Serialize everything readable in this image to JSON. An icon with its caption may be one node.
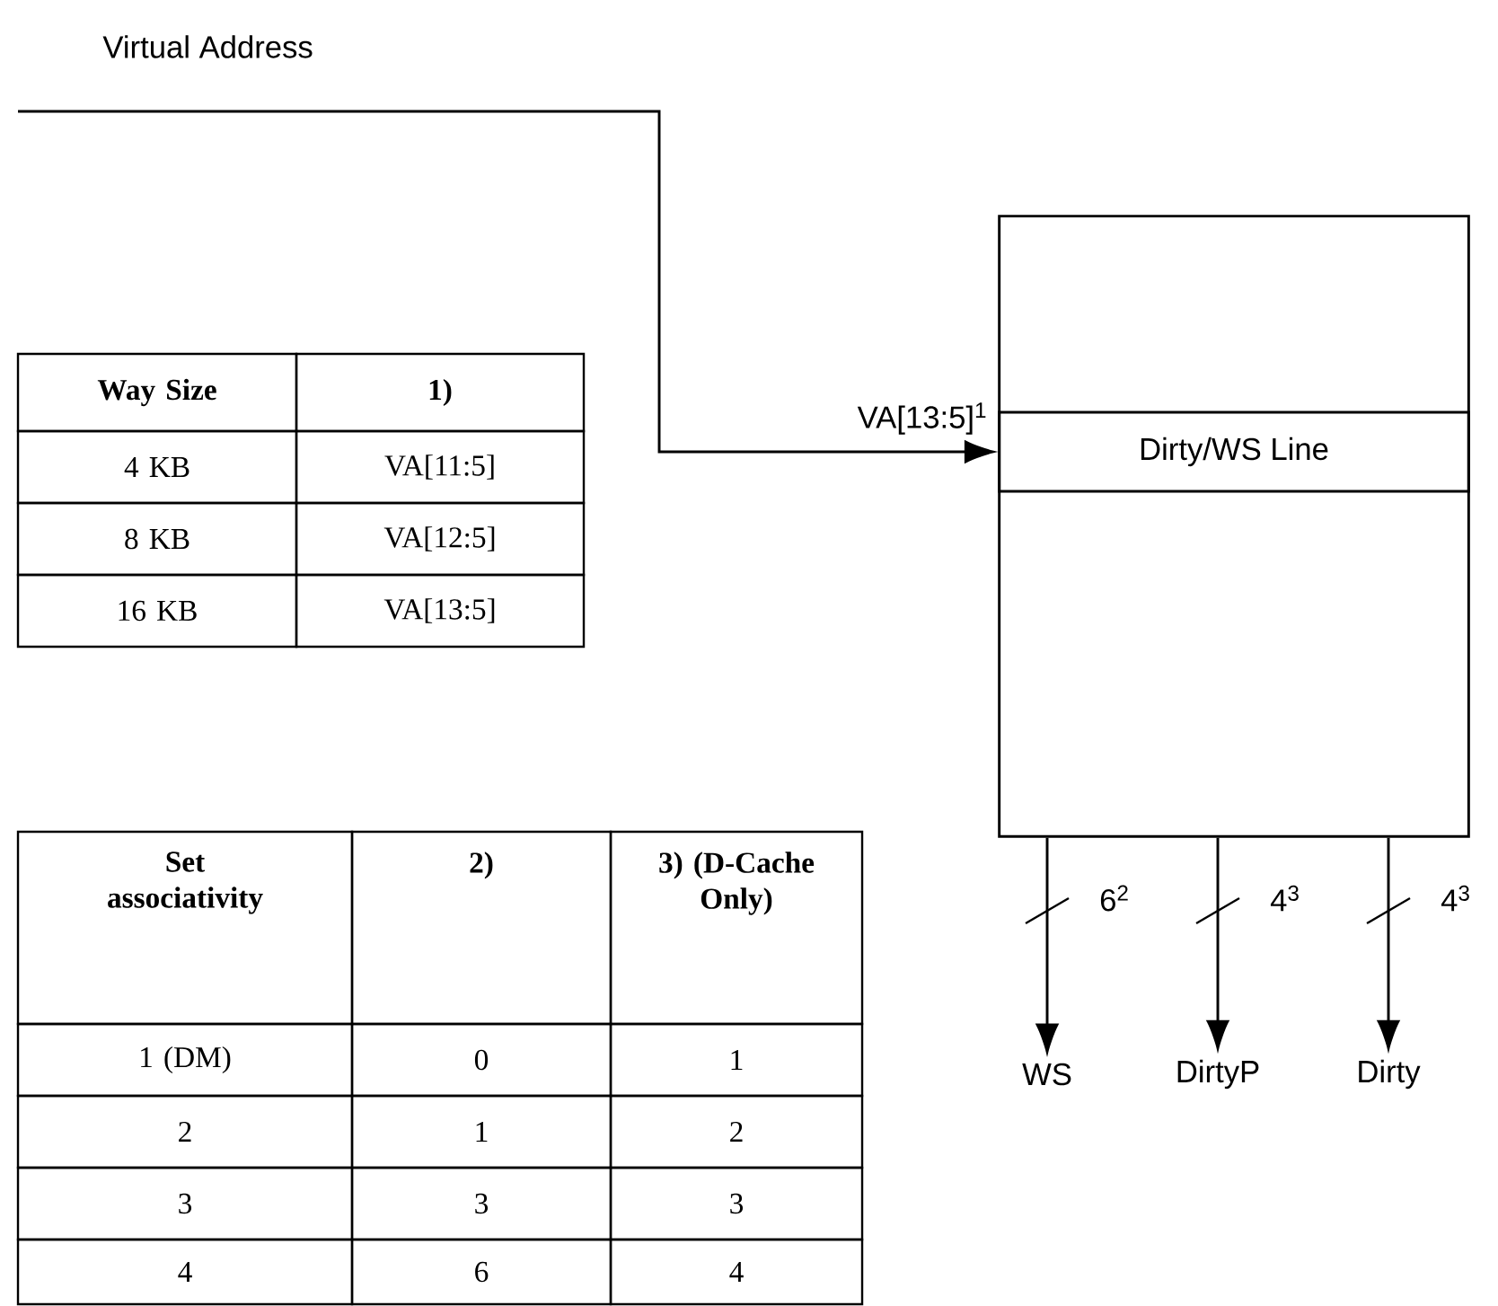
{
  "diagram": {
    "nodes": [
      {
        "text": [],
        "shape": "box"
      },
      {
        "text": [
          "Dirty/WS Line"
        ],
        "in": 0
      },
      {
        "text": [
          "WS"
        ]
      },
      {
        "text": [
          "DirtyP"
        ]
      },
      {
        "text": [
          "Dirty"
        ]
      }
    ],
    "edges": [
      {
        "from": null,
        "to": 1,
        "arrow": "to",
        "label": "VA[13:5]$^{1}$"
      },
      {
        "from": 0,
        "to": 2,
        "arrow": "to",
        "label": "6$^{2}$"
      },
      {
        "from": 0,
        "to": 3,
        "arrow": "to",
        "label": "4$^{3}$"
      },
      {
        "from": 0,
        "to": 4,
        "arrow": "to",
        "label": "4$^{3}$"
      }
    ],
    "labels": [
      "Virtual Address",
      "Way Size",
      "1)",
      "4 KB",
      "VA[11:5]",
      "8 KB",
      "VA[12:5]",
      "16 KB",
      "VA[13:5]",
      "Set associativity",
      "2)",
      "3) (D-Cache Only)",
      "1 (DM)",
      "0",
      "1",
      "2",
      "1",
      "2",
      "3",
      "3",
      "3",
      "4",
      "6",
      "4"
    ]
  }
}
